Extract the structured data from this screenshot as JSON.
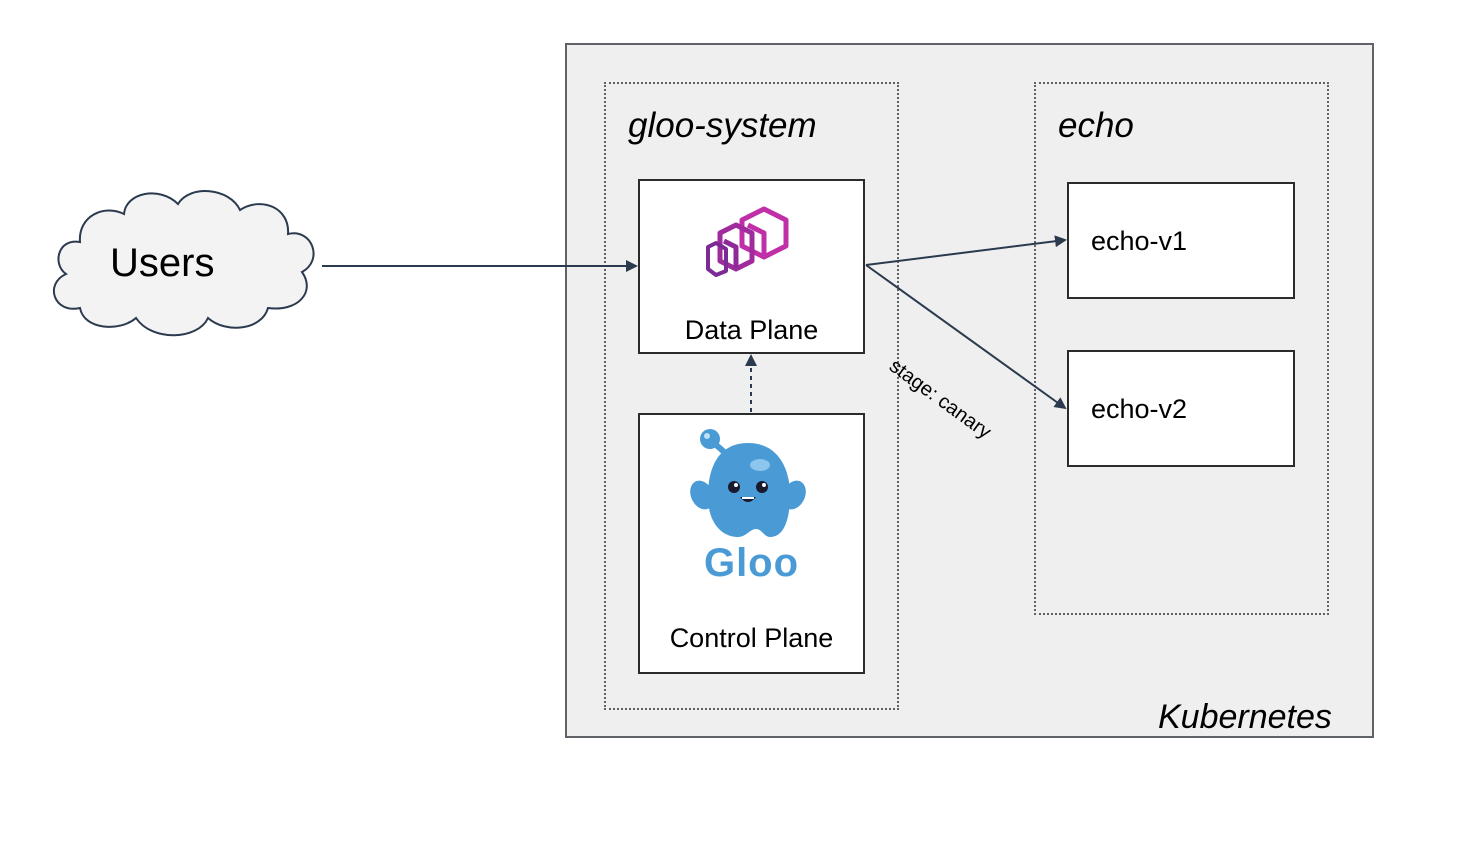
{
  "users": {
    "label": "Users"
  },
  "cluster": {
    "label": "Kubernetes"
  },
  "namespaces": {
    "gloo_system": {
      "label": "gloo-system"
    },
    "echo": {
      "label": "echo"
    }
  },
  "components": {
    "data_plane": {
      "label": "Data Plane",
      "logo_icon": "envoy-logo-icon"
    },
    "control_plane": {
      "label": "Control Plane",
      "logo_icon": "gloo-mascot-icon",
      "logo_text": "Gloo"
    }
  },
  "services": {
    "echo_v1": {
      "label": "echo-v1"
    },
    "echo_v2": {
      "label": "echo-v2"
    }
  },
  "edges": {
    "canary_label": "stage: canary"
  },
  "colors": {
    "arrow": "#2b3a4e",
    "envoy": "#c02fa8",
    "gloo": "#4a9ad6"
  }
}
